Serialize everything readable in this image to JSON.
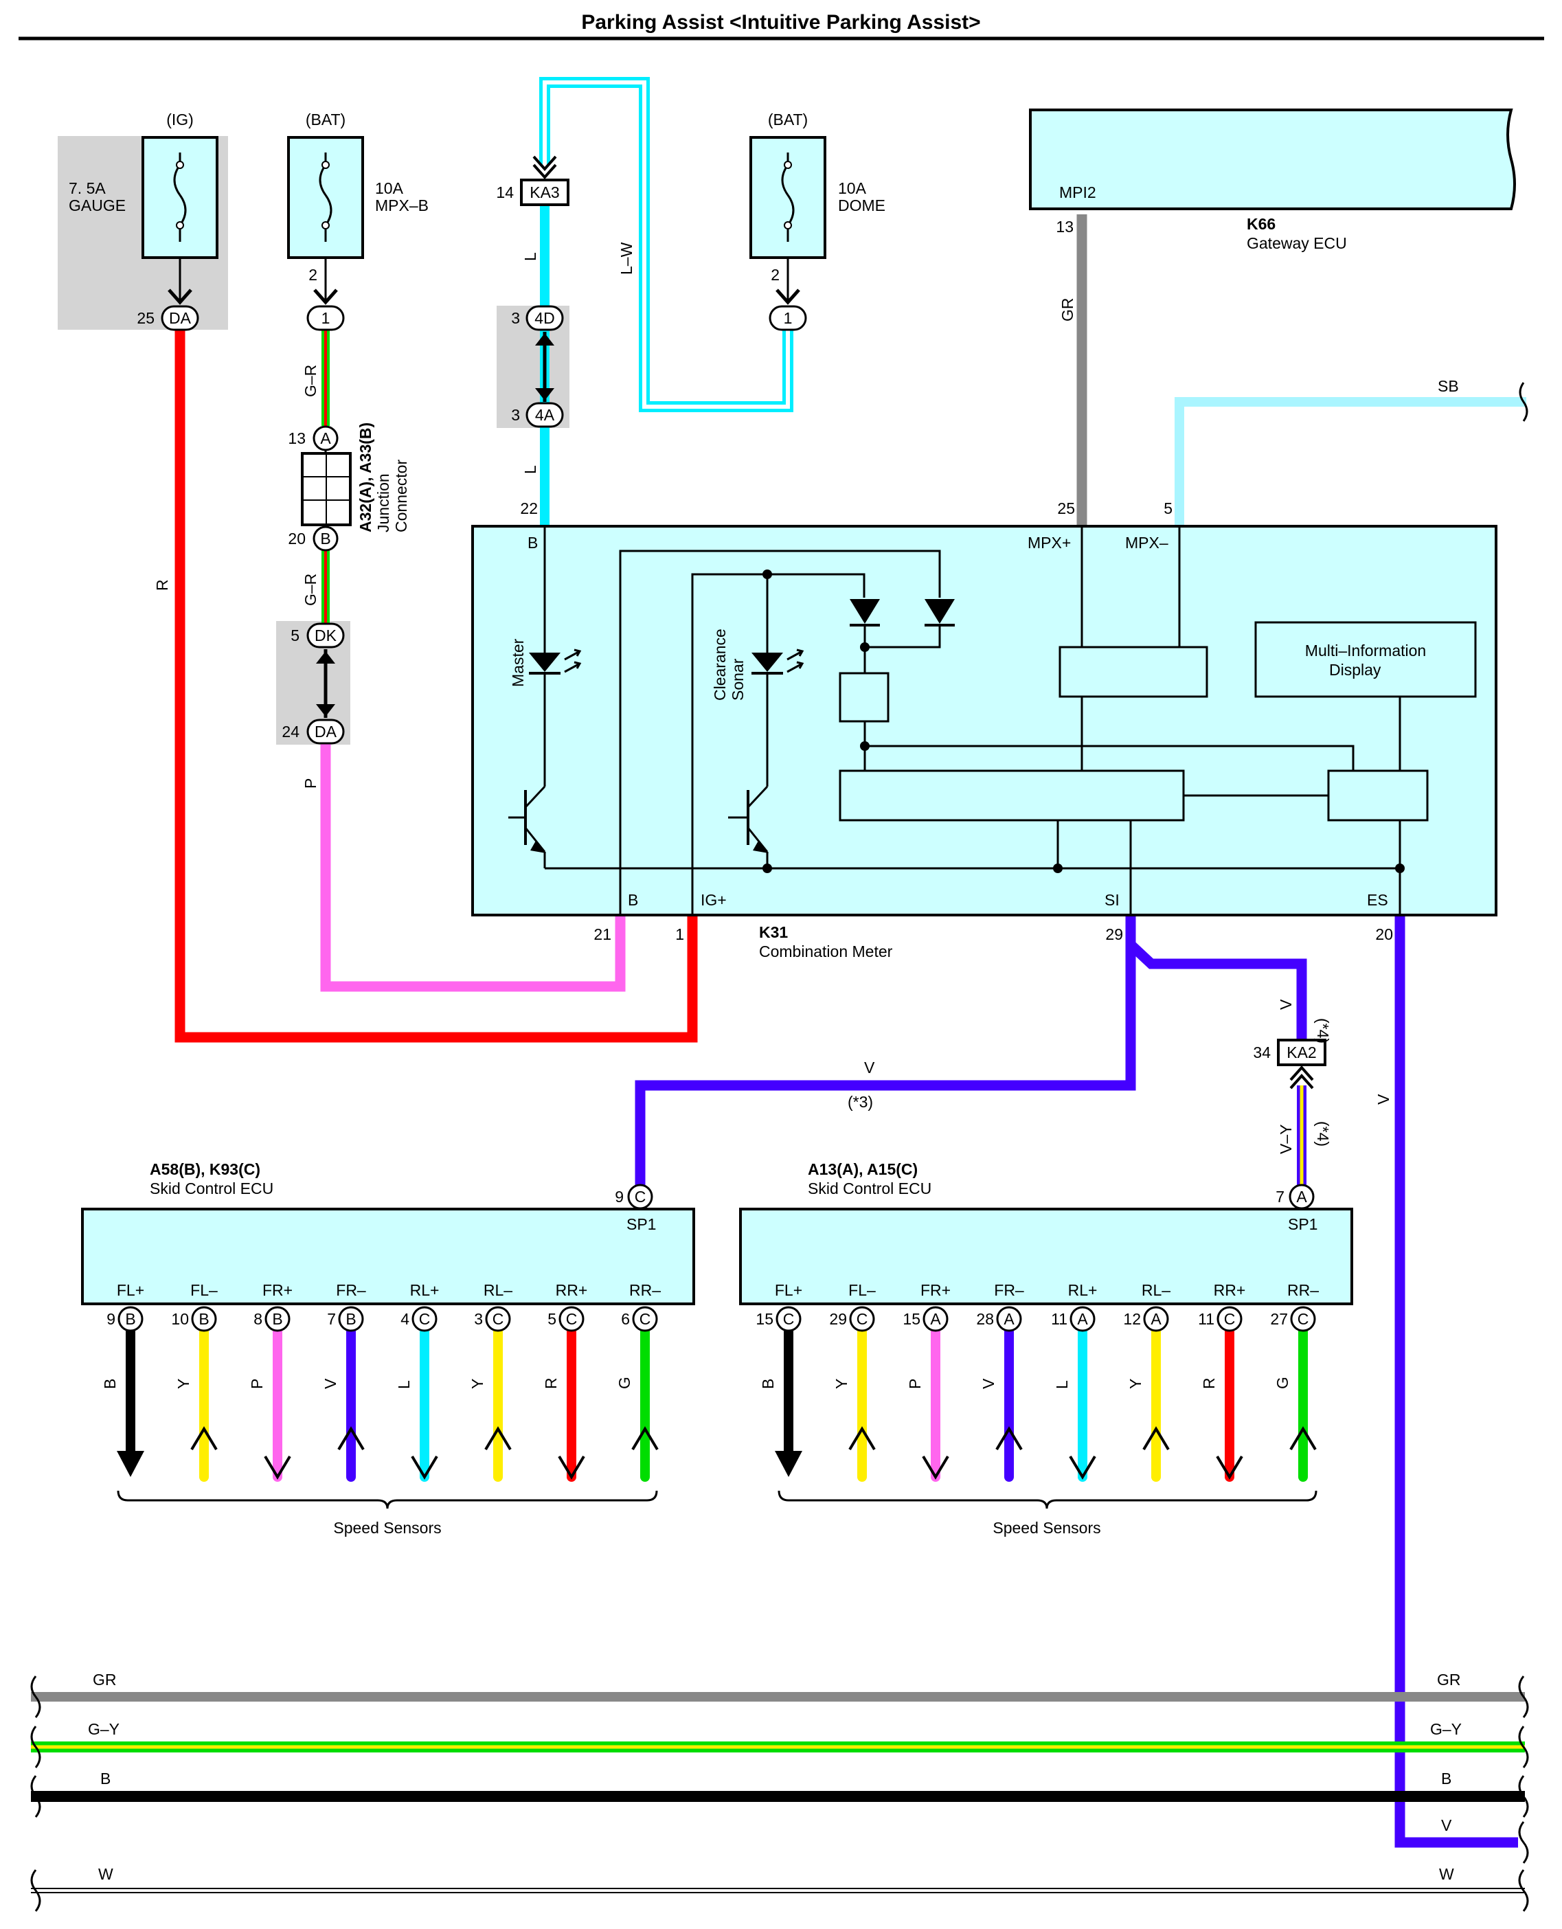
{
  "title": "Parking Assist <Intuitive Parking Assist>",
  "fuses": [
    {
      "source": "(IG)",
      "rating": "7. 5A",
      "name": "GAUGE"
    },
    {
      "source": "(BAT)",
      "rating": "10A",
      "name": "MPX–B"
    },
    {
      "source": "(BAT)",
      "rating": "10A",
      "name": "DOME"
    }
  ],
  "connectors": {
    "DA": "DA",
    "one": "1",
    "A": "A",
    "B": "B",
    "DK": "DK",
    "KA3": "KA3",
    "fourD": "4D",
    "fourA": "4A",
    "KA2": "KA2",
    "C": "C"
  },
  "pins": {
    "p25": "25",
    "p2": "2",
    "p13": "13",
    "p20": "20",
    "p5": "5",
    "p24": "24",
    "p14": "14",
    "p3": "3",
    "p22": "22",
    "p21": "21",
    "p1": "1",
    "p29": "29",
    "p20b": "20",
    "p34": "34",
    "p9": "9",
    "p7": "7",
    "p13gw": "13"
  },
  "junction": {
    "code": "A32(A), A33(B)",
    "name1": "Junction",
    "name2": "Connector"
  },
  "gateway": {
    "code": "K66",
    "name": "Gateway ECU",
    "terminal": "MPI2"
  },
  "meter": {
    "code": "K31",
    "name": "Combination Meter",
    "b": "B",
    "mpxp": "MPX+",
    "mpxm": "MPX–",
    "ig": "IG+",
    "si": "SI",
    "es": "ES",
    "master": "Master",
    "clearance": "Clearance",
    "sonar": "Sonar",
    "mid1": "Multi–Information",
    "mid2": "Display"
  },
  "wires": {
    "R": "R",
    "GR_w": "G–R",
    "P": "P",
    "L": "L",
    "LW": "L–W",
    "GR": "GR",
    "SB": "SB",
    "V": "V",
    "VY": "V–Y",
    "star3": "(*3)",
    "star4": "(*4)"
  },
  "ecu1": {
    "code": "A58(B), K93(C)",
    "name": "Skid Control ECU",
    "sp1": "SP1",
    "terms": [
      {
        "t": "FL+",
        "pin": "9",
        "c": "B",
        "w": "B"
      },
      {
        "t": "FL–",
        "pin": "10",
        "c": "B",
        "w": "Y"
      },
      {
        "t": "FR+",
        "pin": "8",
        "c": "B",
        "w": "P"
      },
      {
        "t": "FR–",
        "pin": "7",
        "c": "B",
        "w": "V"
      },
      {
        "t": "RL+",
        "pin": "4",
        "c": "C",
        "w": "L"
      },
      {
        "t": "RL–",
        "pin": "3",
        "c": "C",
        "w": "Y"
      },
      {
        "t": "RR+",
        "pin": "5",
        "c": "C",
        "w": "R"
      },
      {
        "t": "RR–",
        "pin": "6",
        "c": "C",
        "w": "G"
      }
    ]
  },
  "ecu2": {
    "code": "A13(A), A15(C)",
    "name": "Skid Control ECU",
    "sp1": "SP1",
    "terms": [
      {
        "t": "FL+",
        "pin": "15",
        "c": "C",
        "w": "B"
      },
      {
        "t": "FL–",
        "pin": "29",
        "c": "C",
        "w": "Y"
      },
      {
        "t": "FR+",
        "pin": "15",
        "c": "A",
        "w": "P"
      },
      {
        "t": "FR–",
        "pin": "28",
        "c": "A",
        "w": "V"
      },
      {
        "t": "RL+",
        "pin": "11",
        "c": "A",
        "w": "L"
      },
      {
        "t": "RL–",
        "pin": "12",
        "c": "A",
        "w": "Y"
      },
      {
        "t": "RR+",
        "pin": "11",
        "c": "C",
        "w": "R"
      },
      {
        "t": "RR–",
        "pin": "27",
        "c": "C",
        "w": "G"
      }
    ]
  },
  "speed_sensors": "Speed Sensors",
  "bus": [
    {
      "left": "GR",
      "right": "GR"
    },
    {
      "left": "G–Y",
      "right": "G–Y"
    },
    {
      "left": "B",
      "right": "B"
    },
    {
      "left": "",
      "right": "V"
    },
    {
      "left": "W",
      "right": "W"
    }
  ],
  "colors": {
    "R": "#ff0000",
    "P": "#ff66ee",
    "L": "#00eeff",
    "GR": "#888888",
    "SB": "#aaf5ff",
    "V": "#4400ff",
    "Y": "#ffee00",
    "G": "#00dd00",
    "B": "#000000",
    "box": "#cdffff",
    "shade": "#d4d4d4"
  }
}
